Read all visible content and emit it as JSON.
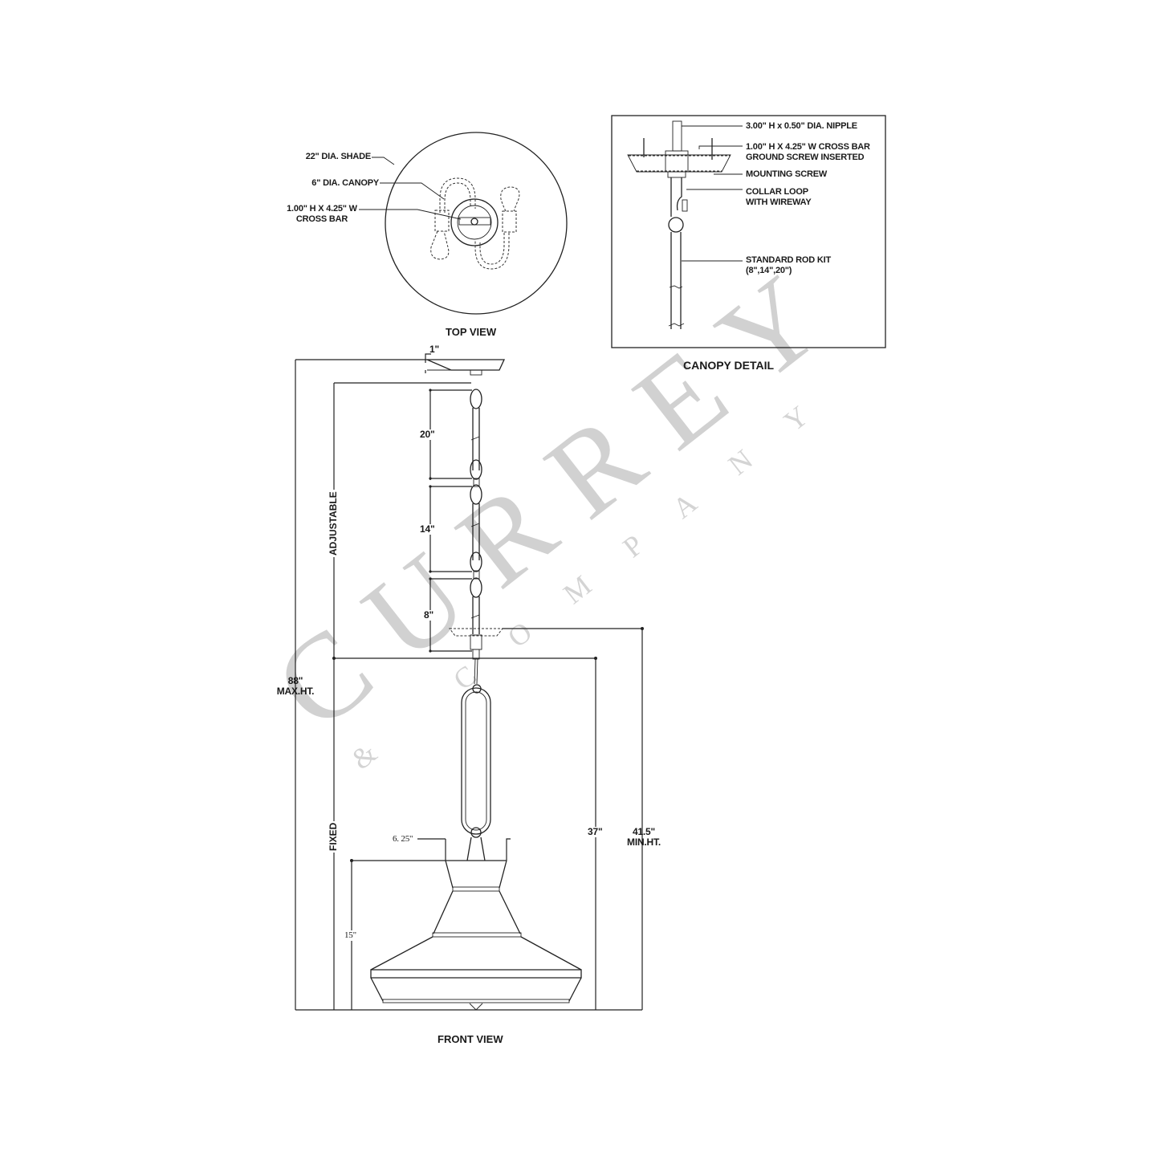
{
  "watermark": {
    "brand": "CURREY",
    "sub": "& COMPANY",
    "color": "#c9c9c9"
  },
  "top_view": {
    "title": "TOP VIEW",
    "callouts": [
      {
        "id": "shade",
        "text": "22\" DIA. SHADE"
      },
      {
        "id": "canopy",
        "text": "6\" DIA. CANOPY"
      },
      {
        "id": "crossbar_line1",
        "text": "1.00\" H X 4.25\" W"
      },
      {
        "id": "crossbar_line2",
        "text": "CROSS BAR"
      }
    ]
  },
  "canopy_detail": {
    "title": "CANOPY DETAIL",
    "callouts": [
      {
        "id": "nipple",
        "text": "3.00\" H x 0.50\" DIA. NIPPLE"
      },
      {
        "id": "crossbar",
        "text": "1.00\" H X 4.25\" W CROSS BAR"
      },
      {
        "id": "ground",
        "text": "GROUND SCREW INSERTED"
      },
      {
        "id": "mounting",
        "text": "MOUNTING SCREW"
      },
      {
        "id": "collar1",
        "text": "COLLAR LOOP"
      },
      {
        "id": "collar2",
        "text": "WITH WIREWAY"
      },
      {
        "id": "rod1",
        "text": "STANDARD ROD KIT"
      },
      {
        "id": "rod2",
        "text": "(8\",14\",20\")"
      }
    ]
  },
  "front_view": {
    "title": "FRONT VIEW",
    "dimensions": {
      "canopy_height": "1\"",
      "rod_20": "20\"",
      "rod_14": "14\"",
      "rod_8": "8\"",
      "adjustable": "ADJUSTABLE",
      "fixed": "FIXED",
      "max_height_value": "88\"",
      "max_height_label": "MAX.HT.",
      "fixed_height": "37\"",
      "min_height_value": "41.5\"",
      "min_height_label": "MIN.HT.",
      "top_width": "6. 25\"",
      "shade_height": "15\""
    }
  }
}
